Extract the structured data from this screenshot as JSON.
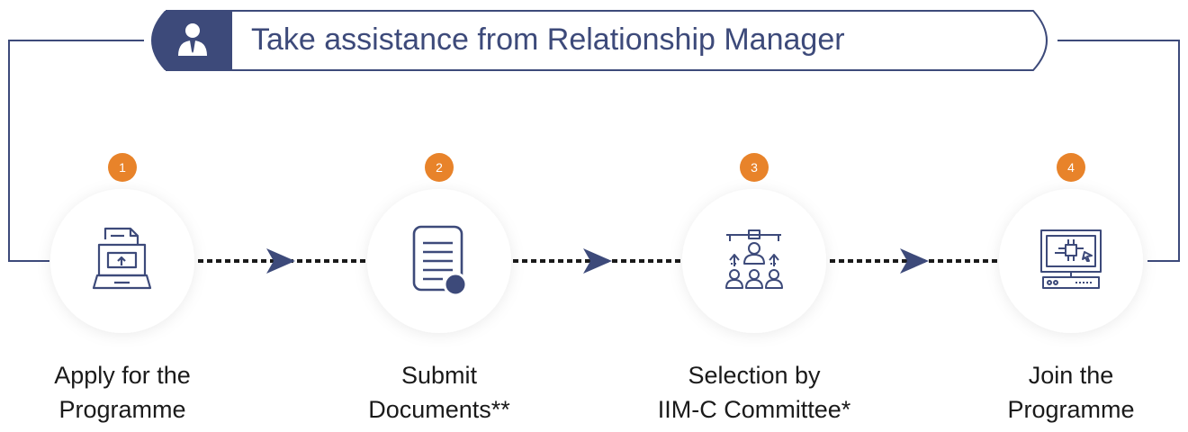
{
  "banner": {
    "title": "Take assistance from Relationship Manager",
    "icon": "user-icon"
  },
  "colors": {
    "navy": "#3d4a7a",
    "orange": "#e8832a",
    "connector": "#1a1a1a"
  },
  "steps": [
    {
      "number": "1",
      "line1": "Apply for the",
      "line2": "Programme",
      "icon": "laptop-upload-icon"
    },
    {
      "number": "2",
      "line1": "Submit",
      "line2": "Documents**",
      "icon": "document-icon"
    },
    {
      "number": "3",
      "line1": "Selection by",
      "line2": "IIM-C Committee*",
      "icon": "committee-selection-icon"
    },
    {
      "number": "4",
      "line1": "Join the",
      "line2": "Programme",
      "icon": "screen-computer-icon"
    }
  ]
}
